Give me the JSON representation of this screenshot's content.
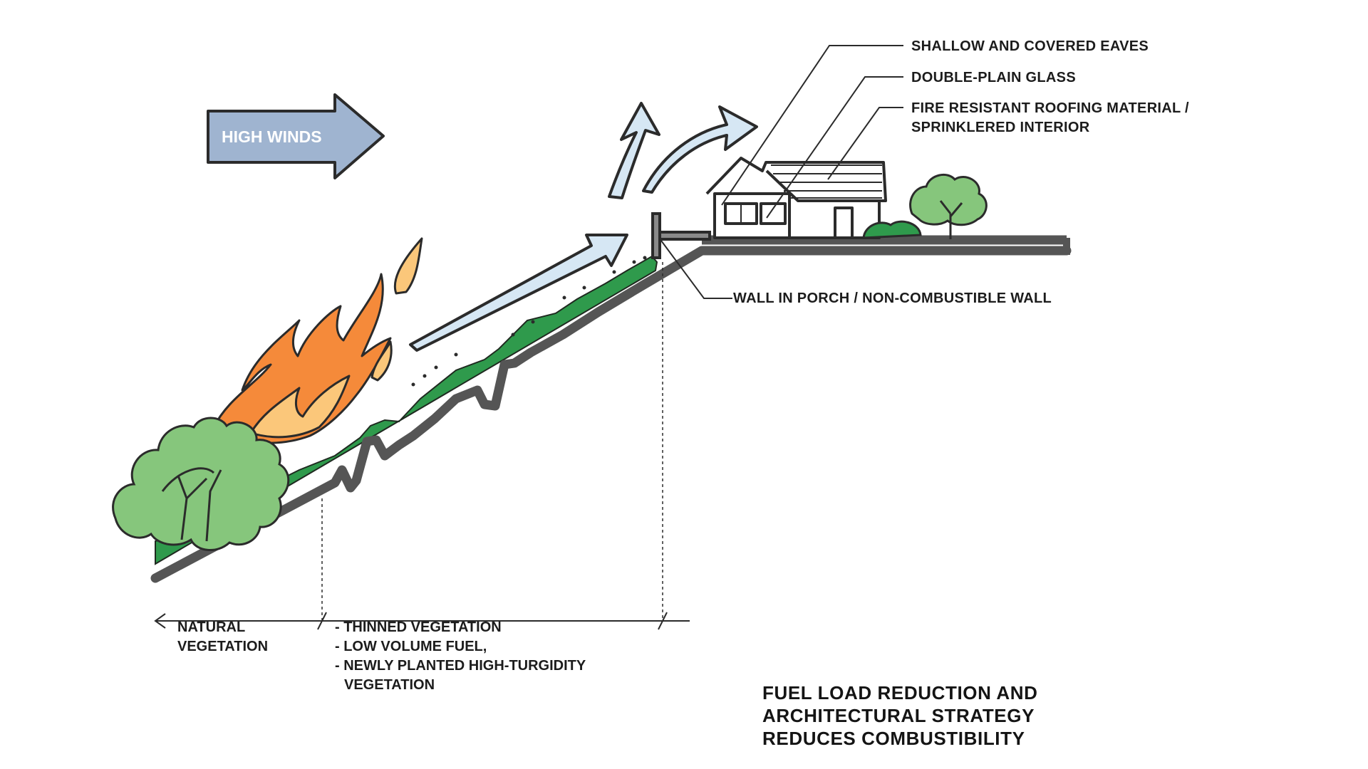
{
  "wind_label": "HIGH WINDS",
  "callouts": {
    "eaves": "SHALLOW AND COVERED EAVES",
    "glass": "DOUBLE-PLAIN GLASS",
    "roofing_line1": "FIRE RESISTANT ROOFING MATERIAL /",
    "roofing_line2": "SPRINKLERED INTERIOR",
    "wall": "WALL IN PORCH / NON-COMBUSTIBLE WALL"
  },
  "zones": {
    "natural_line1": "NATURAL",
    "natural_line2": "VEGETATION",
    "managed_line1": "- THINNED VEGETATION",
    "managed_line2": "- LOW VOLUME FUEL,",
    "managed_line3": "- NEWLY PLANTED HIGH-TURGIDITY",
    "managed_line4": "VEGETATION"
  },
  "caption": {
    "line1": "FUEL LOAD REDUCTION AND",
    "line2": "ARCHITECTURAL STRATEGY",
    "line3": "REDUCES COMBUSTIBILITY"
  },
  "colors": {
    "ground": "#5a5a5a",
    "grass": "#2f9a4c",
    "tree": "#86c67c",
    "flame_orange": "#f58a3a",
    "flame_yellow": "#fbc77a",
    "wind_arrow": "#9fb4d0",
    "heat_arrow": "#d6e7f4"
  }
}
